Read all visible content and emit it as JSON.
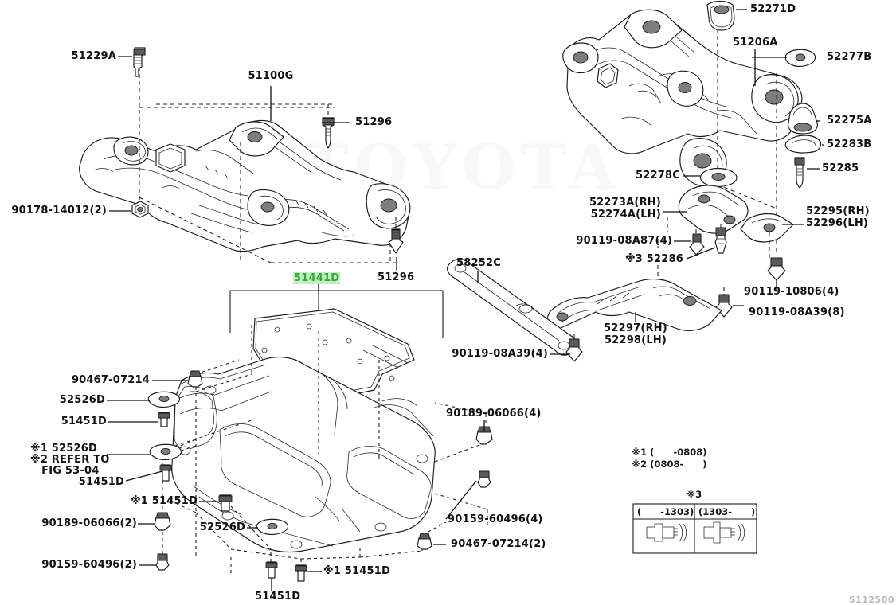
{
  "diagram": {
    "corner_id": "5112500",
    "watermark": "TOYOTA",
    "highlight_color": "#3aa33a",
    "highlight_bg": "#bff0bf"
  },
  "labels": {
    "front_suspension": {
      "l51229a": "51229A",
      "l51100g": "51100G",
      "l51296_top": "51296",
      "l51296_bottom": "51296",
      "l90178": "90178-14012(2)",
      "l51441d": "51441D"
    },
    "rear_suspension": {
      "l52271d": "52271D",
      "l51206a": "51206A",
      "l52277b": "52277B",
      "l52275a": "52275A",
      "l52283b": "52283B",
      "l52285": "52285",
      "l52278c": "52278C",
      "l52273a_rh": "52273A(RH)",
      "l52274a_lh": "52274A(LH)",
      "l90119_08a87": "90119-08A87(4)",
      "l52286": "※3 52286",
      "l52295_rh": "52295(RH)",
      "l52296_lh": "52296(LH)",
      "l90119_10806": "90119-10806(4)",
      "l90119_08a39_8": "90119-08A39(8)",
      "l52297_rh": "52297(RH)",
      "l52298_lh": "52298(LH)",
      "l58252c": "58252C",
      "l90119_08a39_4": "90119-08A39(4)"
    },
    "undercover": {
      "l90467_07214": "90467-07214",
      "l52526d_a": "52526D",
      "l51451d_a": "51451D",
      "l52526d_note1": "※1 52526D",
      "l52526d_note2a": "※2 REFER TO",
      "l52526d_note2b": "   FIG 53-04",
      "l51451d_b": "51451D",
      "l51451d_star": "※1 51451D",
      "l90189_06066_2": "90189-06066(2)",
      "l90159_60496_2": "90159-60496(2)",
      "l52526d_b": "52526D",
      "l51451d_c": "51451D",
      "l51451d_star2": "※1 51451D",
      "l90189_06066_4": "90189-06066(4)",
      "l90159_60496_4": "90159-60496(4)",
      "l90467_07214_2": "90467-07214(2)"
    },
    "legend": {
      "note1": "※1 (      -0808)",
      "note2": "※2 (0808-      )",
      "note3_title": "※3",
      "col1": "(      -1303)",
      "col2": "(1303-      )"
    }
  }
}
